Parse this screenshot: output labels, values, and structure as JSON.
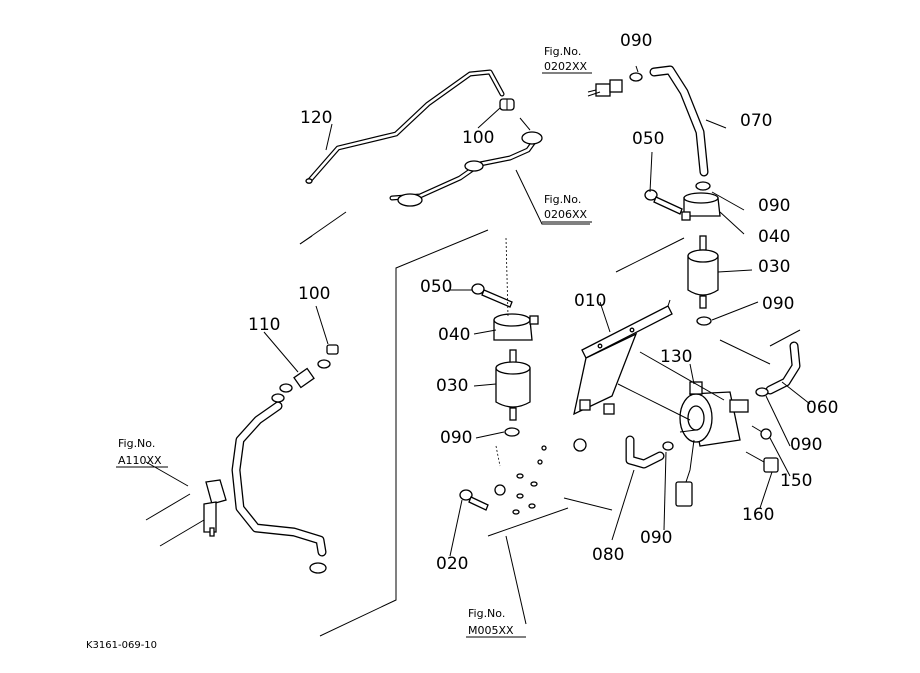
{
  "diagram": {
    "part_numbers": {
      "p010": "010",
      "p020": "020",
      "p030_left": "030",
      "p030_right": "030",
      "p040_left": "040",
      "p040_right": "040",
      "p050_left": "050",
      "p050_right": "050",
      "p060": "060",
      "p070": "070",
      "p080": "080",
      "p090_top": "090",
      "p090_clip_upper": "090",
      "p090_filter_bottom": "090",
      "p090_lower_left": "090",
      "p090_right_hose": "090",
      "p090_lower_mid": "090",
      "p100_top": "100",
      "p100_left": "100",
      "p110": "110",
      "p120": "120",
      "p130": "130",
      "p150": "150",
      "p160": "160"
    },
    "figure_refs": {
      "ref_0202": {
        "line1": "Fig.No.",
        "line2": "0202XX"
      },
      "ref_0206": {
        "line1": "Fig.No.",
        "line2": "0206XX"
      },
      "ref_a110": {
        "line1": "Fig.No.",
        "line2": "A110XX"
      },
      "ref_m005": {
        "line1": "Fig.No.",
        "line2": "M005XX"
      }
    },
    "drawing_code": "K3161-069-10"
  }
}
